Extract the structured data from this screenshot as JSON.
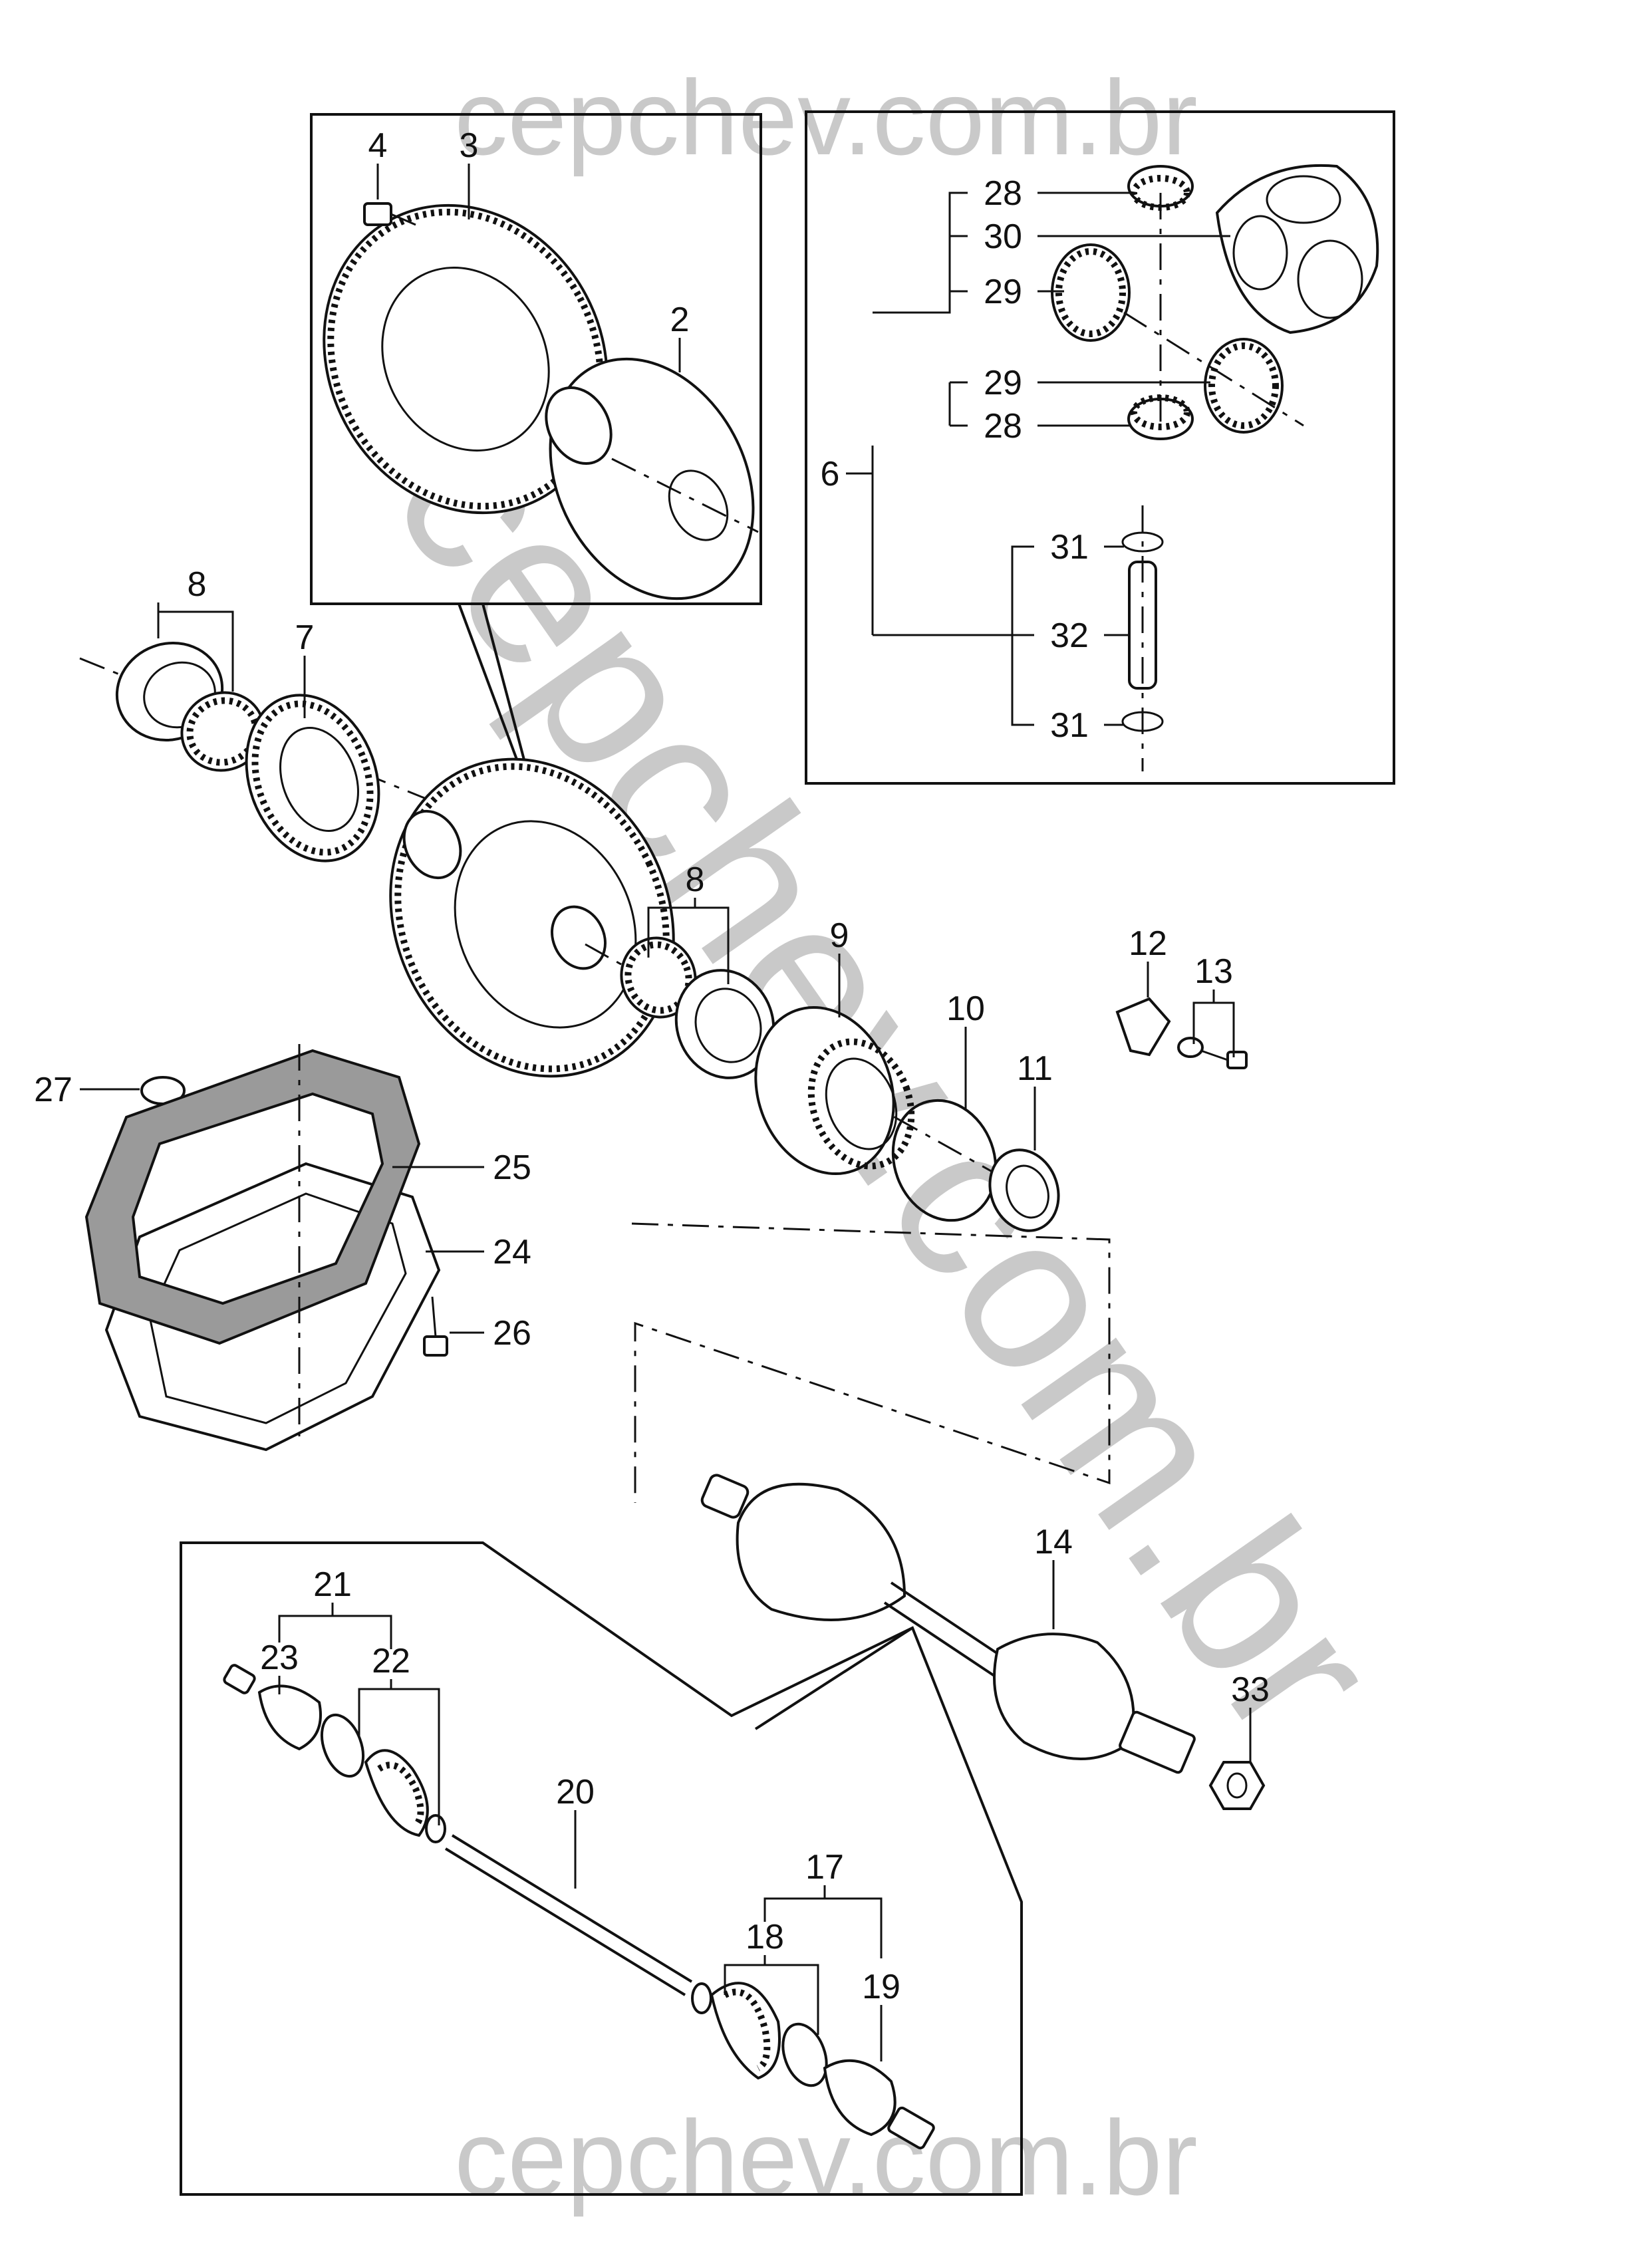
{
  "watermarks": {
    "top": "cepchev.com.br",
    "diagonal": "cepchev.com.br",
    "bottom": "cepchev.com.br"
  },
  "callouts": {
    "c2": "2",
    "c3": "3",
    "c4": "4",
    "c6": "6",
    "c7": "7",
    "c8a": "8",
    "c8b": "8",
    "c9": "9",
    "c10": "10",
    "c11": "11",
    "c12": "12",
    "c13": "13",
    "c14": "14",
    "c17": "17",
    "c18": "18",
    "c19": "19",
    "c20": "20",
    "c21": "21",
    "c22": "22",
    "c23": "23",
    "c24": "24",
    "c25": "25",
    "c26": "26",
    "c27": "27",
    "c28a": "28",
    "c28b": "28",
    "c29a": "29",
    "c29b": "29",
    "c30": "30",
    "c31a": "31",
    "c31b": "31",
    "c32": "32",
    "c33": "33"
  }
}
